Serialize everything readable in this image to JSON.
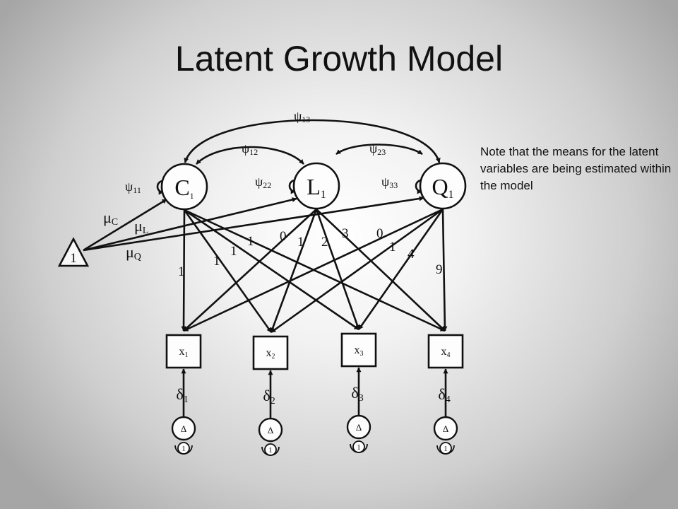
{
  "title": "Latent Growth Model",
  "note": "Note that the means for the latent variables are being estimated within the model",
  "latent": {
    "c": {
      "base": "C",
      "sub": "1"
    },
    "l": {
      "base": "L",
      "sub": "1"
    },
    "q": {
      "base": "Q",
      "sub": "1"
    }
  },
  "constant": "1",
  "means": {
    "c": {
      "base": "μ",
      "sub": "C"
    },
    "l": {
      "base": "μ",
      "sub": "L"
    },
    "q": {
      "base": "μ",
      "sub": "Q"
    }
  },
  "covariances": {
    "psi13": {
      "base": "ψ",
      "sub": "13"
    },
    "psi12": {
      "base": "ψ",
      "sub": "12"
    },
    "psi23": {
      "base": "ψ",
      "sub": "23"
    }
  },
  "variances": {
    "psi11": {
      "base": "ψ",
      "sub": "11"
    },
    "psi22": {
      "base": "ψ",
      "sub": "22"
    },
    "psi33": {
      "base": "ψ",
      "sub": "33"
    }
  },
  "loadings": {
    "c": [
      "1",
      "1",
      "1",
      "1"
    ],
    "l": [
      "0",
      "1",
      "2",
      "3"
    ],
    "q": [
      "0",
      "1",
      "4",
      "9"
    ]
  },
  "observed": [
    {
      "base": "x",
      "sub": "1"
    },
    {
      "base": "x",
      "sub": "2"
    },
    {
      "base": "x",
      "sub": "3"
    },
    {
      "base": "x",
      "sub": "4"
    }
  ],
  "errors": [
    {
      "base": "δ",
      "sub": "1"
    },
    {
      "base": "δ",
      "sub": "2"
    },
    {
      "base": "δ",
      "sub": "3"
    },
    {
      "base": "δ",
      "sub": "4"
    }
  ],
  "error_node_label": "Δ",
  "error_variance": "1"
}
